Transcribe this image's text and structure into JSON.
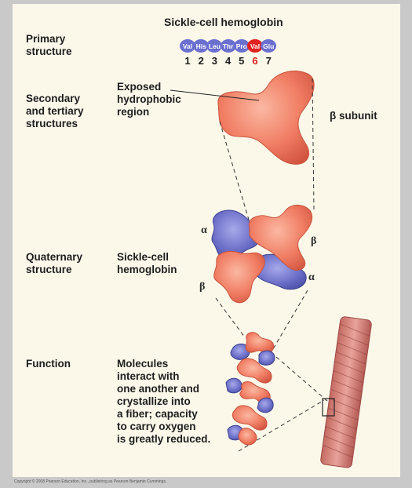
{
  "title": "Sickle-cell hemoglobin",
  "amino_acids": [
    {
      "abbr": "Val",
      "num": "1",
      "mutant": false
    },
    {
      "abbr": "His",
      "num": "2",
      "mutant": false
    },
    {
      "abbr": "Leu",
      "num": "3",
      "mutant": false
    },
    {
      "abbr": "Thr",
      "num": "4",
      "mutant": false
    },
    {
      "abbr": "Pro",
      "num": "5",
      "mutant": false
    },
    {
      "abbr": "Val",
      "num": "6",
      "mutant": true
    },
    {
      "abbr": "Glu",
      "num": "7",
      "mutant": false
    }
  ],
  "labels": {
    "primary": "Primary\nstructure",
    "secondary": "Secondary\nand tertiary\nstructures",
    "quaternary": "Quaternary\nstructure",
    "function": "Function"
  },
  "annotations": {
    "exposed": "Exposed\nhydrophobic\nregion",
    "beta_subunit": "β subunit",
    "sickle_hb": "Sickle-cell\nhemoglobin",
    "function_text": "Molecules\ninteract with\none another and\ncrystallize into\na fiber; capacity\nto carry oxygen\nis greatly reduced."
  },
  "greek": {
    "alpha": "α",
    "beta": "β"
  },
  "copyright": "Copyright © 2008 Pearson Education, Inc., publishing as Pearson Benjamin Cummings.",
  "colors": {
    "beta": "#f07c62",
    "alpha": "#6d70c8",
    "mutant": "#e0211f",
    "background": "#fbf8ea"
  }
}
